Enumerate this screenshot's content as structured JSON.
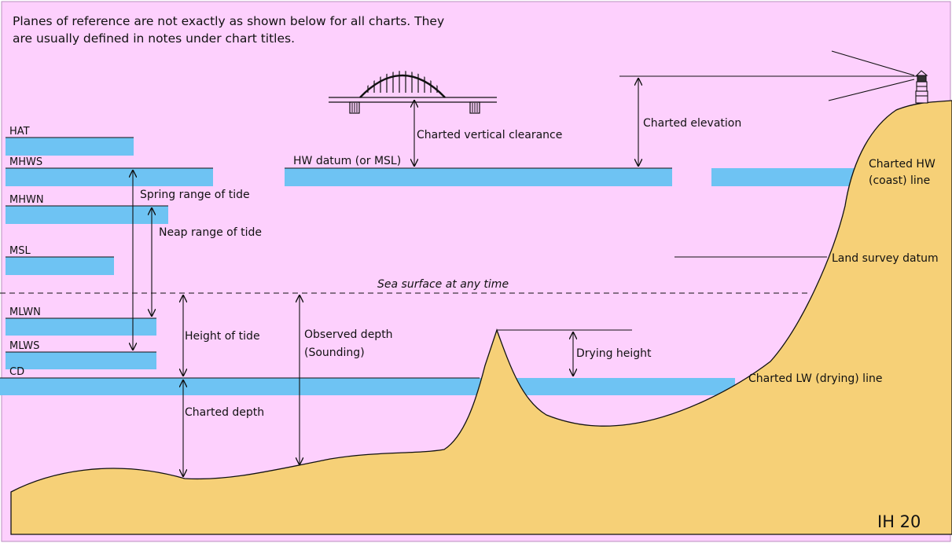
{
  "note": "Planes of reference are not exactly as shown below for all charts. They are usually defined in notes under chart titles.",
  "colors": {
    "background": "#fdd0fd",
    "water": "#6ec3f3",
    "land": "#f6d077",
    "line": "#111111"
  },
  "levels": {
    "hat": "HAT",
    "mhws": "MHWS",
    "mhwn": "MHWN",
    "msl": "MSL",
    "mlwn": "MLWN",
    "mlws": "MLWS",
    "cd": "CD"
  },
  "labels": {
    "spring_range": "Spring range of tide",
    "neap_range": "Neap range of tide",
    "hw_datum": "HW datum (or MSL)",
    "vertical_clearance": "Charted vertical clearance",
    "charted_elevation": "Charted elevation",
    "charted_hw_line_1": "Charted HW",
    "charted_hw_line_2": "(coast) line",
    "land_survey_datum": "Land survey datum",
    "sea_surface": "Sea surface at any time",
    "height_of_tide": "Height of tide",
    "observed_depth_1": "Observed depth",
    "observed_depth_2": "(Sounding)",
    "drying_height": "Drying height",
    "charted_lw_line": "Charted LW (drying) line",
    "charted_depth": "Charted depth"
  },
  "figure_code": "IH 20",
  "icons": [
    "bridge-icon",
    "lighthouse-icon"
  ]
}
